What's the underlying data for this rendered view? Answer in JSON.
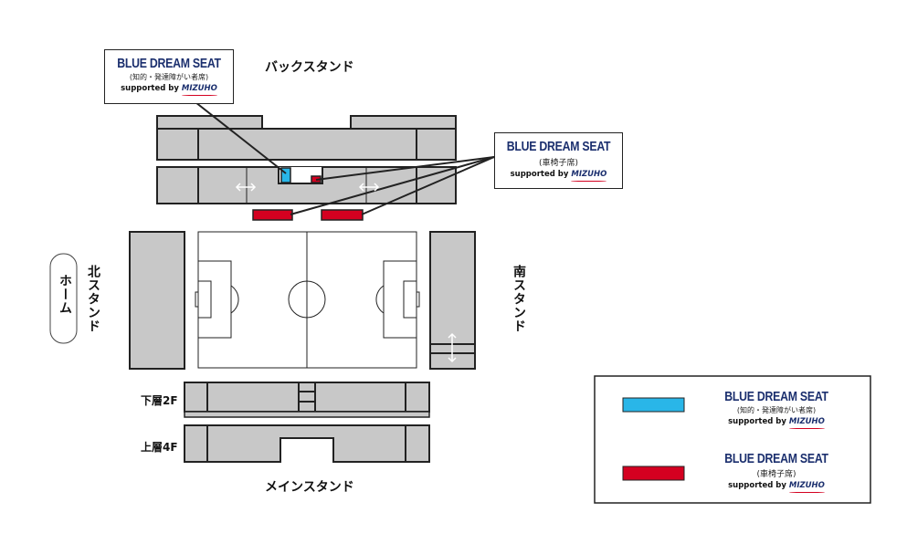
{
  "stands": {
    "back": "バックスタンド",
    "main": "メインスタンド",
    "north": "北スタンド",
    "south": "南スタンド",
    "home": "ホーム"
  },
  "floors": {
    "lower": "下層2F",
    "upper": "上層4F"
  },
  "callouts": {
    "intellectual": {
      "title": "BLUE DREAM SEAT",
      "sub": "(知的・発達障がい者席)",
      "supported": "supported by",
      "brand": "MIZUHO"
    },
    "wheelchair": {
      "title": "BLUE DREAM SEAT",
      "sub": "(車椅子席)",
      "supported": "supported by",
      "brand": "MIZUHO"
    }
  },
  "legend": {
    "items": [
      {
        "color": "#29b6e8",
        "title": "BLUE DREAM SEAT",
        "sub": "(知的・発達障がい者席)",
        "supported": "supported by",
        "brand": "MIZUHO"
      },
      {
        "color": "#d40020",
        "title": "BLUE DREAM SEAT",
        "sub": "(車椅子席)",
        "supported": "supported by",
        "brand": "MIZUHO"
      }
    ]
  },
  "colors": {
    "stand_fill": "#c8c8c8",
    "blue_seat": "#29b6e8",
    "red_seat": "#d40020",
    "navy": "#1b2f6e"
  },
  "icons": [
    "double-arrow-horizontal-icon",
    "double-arrow-vertical-icon"
  ]
}
